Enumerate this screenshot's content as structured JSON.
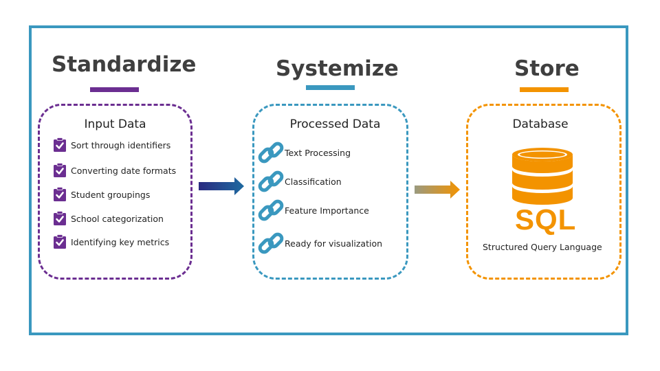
{
  "columns": [
    {
      "title": "Standardize",
      "color": "#6b2e91",
      "box_title": "Input Data",
      "items": [
        {
          "label": "Sort through identifiers",
          "icon": "clipboard-check-icon"
        },
        {
          "label": "Converting date formats",
          "icon": "clipboard-check-icon"
        },
        {
          "label": "Student groupings",
          "icon": "clipboard-check-icon"
        },
        {
          "label": "School categorization",
          "icon": "clipboard-check-icon"
        },
        {
          "label": "Identifying key metrics",
          "icon": "clipboard-check-icon"
        }
      ]
    },
    {
      "title": "Systemize",
      "color": "#3a98bf",
      "box_title": "Processed Data",
      "items": [
        {
          "label": "Text Processing",
          "icon": "chain-link-icon"
        },
        {
          "label": "Classification",
          "icon": "chain-link-icon"
        },
        {
          "label": "Feature Importance",
          "icon": "chain-link-icon"
        },
        {
          "label": "Ready for visualization",
          "icon": "chain-link-icon"
        }
      ]
    },
    {
      "title": "Store",
      "color": "#f39300",
      "box_title": "Database",
      "logo_text": "SQL",
      "logo_icon": "database-cylinder-icon",
      "subtitle": "Structured Query Language"
    }
  ],
  "arrows": [
    {
      "icon": "arrow-right-icon",
      "color_from": "#2a2a80",
      "color_to": "#1e6aa0"
    },
    {
      "icon": "arrow-right-icon",
      "color_from": "#9a9a80",
      "color_to": "#f39300"
    }
  ]
}
